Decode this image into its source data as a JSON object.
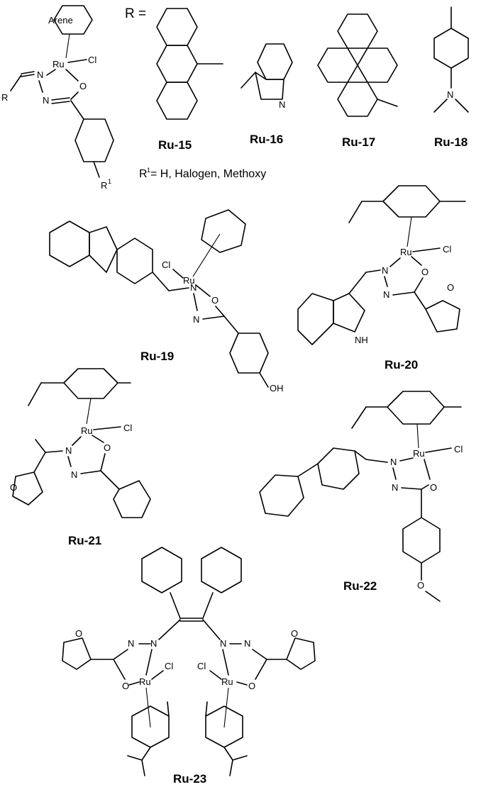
{
  "atoms": {
    "arene": "Arene",
    "ru": "Ru",
    "cl": "Cl",
    "n": "N",
    "o": "O",
    "r": "R",
    "r1": "R",
    "sup1": "1",
    "nh": "NH",
    "oh": "OH"
  },
  "general": {
    "r_equals": "R =",
    "r1_note_prefix": "R",
    "r1_note_sup": "1",
    "r1_note_text": " = H, Halogen, Methoxy"
  },
  "compounds": {
    "ru15": "Ru-15",
    "ru16": "Ru-16",
    "ru17": "Ru-17",
    "ru18": "Ru-18",
    "ru19": "Ru-19",
    "ru20": "Ru-20",
    "ru21": "Ru-21",
    "ru22": "Ru-22",
    "ru23": "Ru-23"
  }
}
